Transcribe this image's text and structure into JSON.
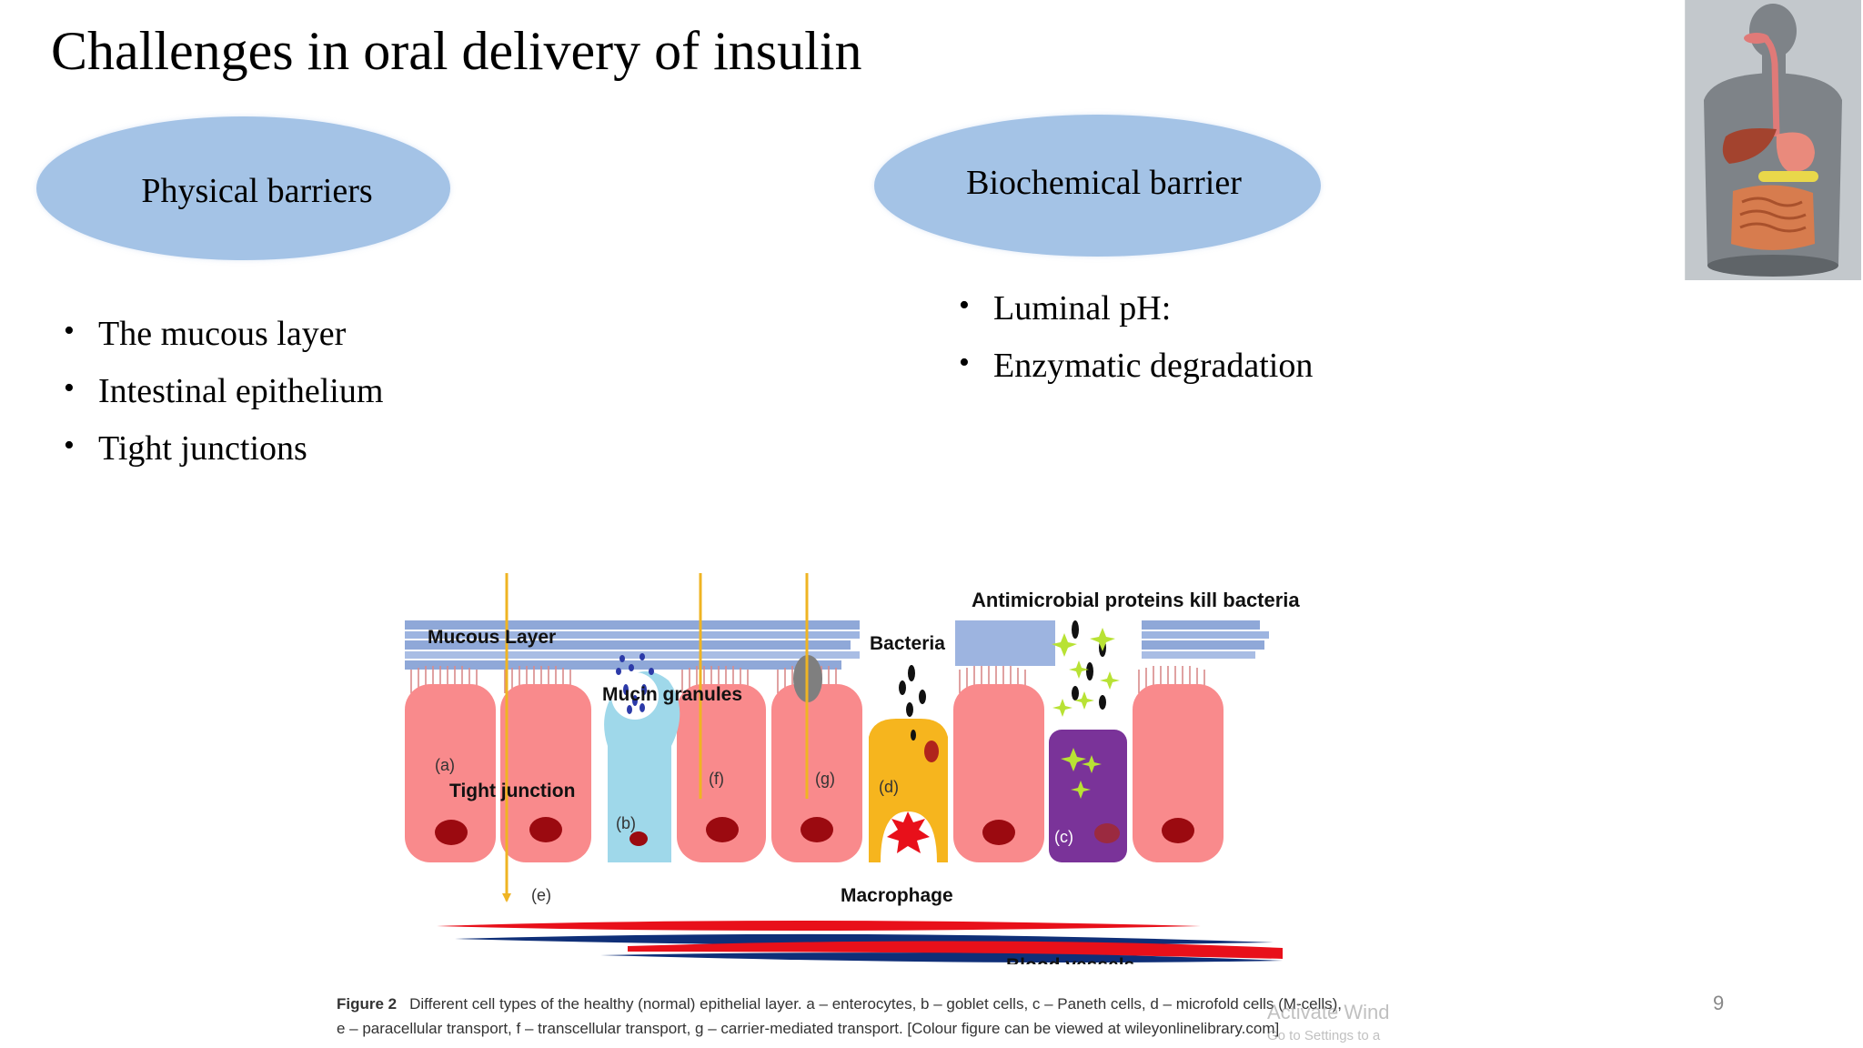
{
  "slide": {
    "title": "Challenges in oral delivery of insulin",
    "page_number": "9"
  },
  "physical": {
    "heading": "Physical barriers",
    "items": [
      "The mucous layer",
      "Intestinal epithelium",
      "Tight junctions"
    ]
  },
  "biochemical": {
    "heading": "Biochemical barrier",
    "items": [
      "Luminal pH:",
      "Enzymatic degradation"
    ]
  },
  "figure": {
    "labels": {
      "antimicrobial": "Antimicrobial proteins kill bacteria",
      "mucous_layer": "Mucous Layer",
      "bacteria": "Bacteria",
      "mucin_granules": "Mucin granules",
      "tight_junction": "Tight junction",
      "macrophage": "Macrophage",
      "blood_vessels": "Blood vessels",
      "cell_a": "(a)",
      "cell_b": "(b)",
      "cell_c": "(c)",
      "cell_d": "(d)",
      "cell_e": "(e)",
      "cell_f": "(f)",
      "cell_g": "(g)"
    },
    "caption_label": "Figure 2",
    "caption_line1": "Different cell types of the healthy (normal) epithelial layer. a – enterocytes, b – goblet cells, c – Paneth cells, d – microfold cells (M-cells),",
    "caption_line2": "e – paracellular transport, f – transcellular transport, g – carrier-mediated transport. [Colour figure can be viewed at wileyonlinelibrary.com]"
  },
  "watermark": {
    "line1": "Activate Wind",
    "line2": "Go to Settings to a"
  },
  "colors": {
    "ellipse": "#a4c3e6",
    "enterocyte": "#f98a8c",
    "goblet": "#9fd8ea",
    "paneth": "#7a3399",
    "mcell": "#f6b51e",
    "nucleus": "#9b0a10",
    "mucus": "#8fa8d8",
    "vessel_red": "#e8101a",
    "vessel_blue": "#0f2f78",
    "transport_line": "#efb423"
  }
}
